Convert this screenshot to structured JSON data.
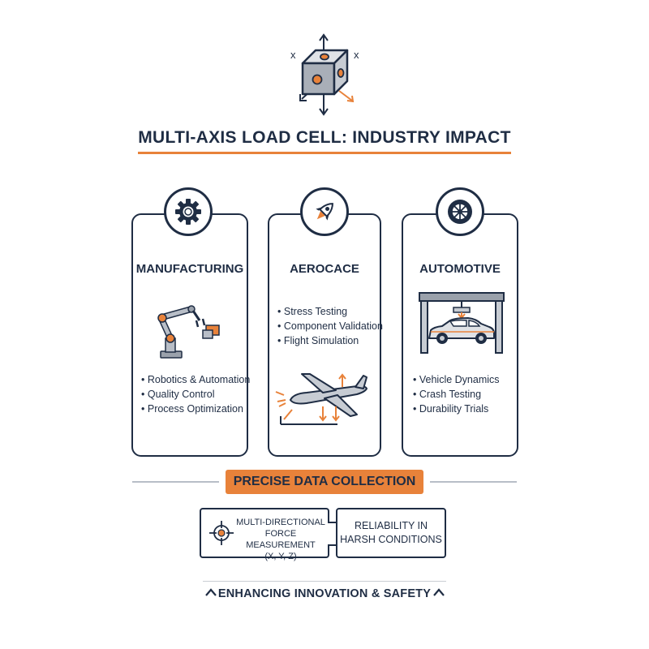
{
  "header": {
    "title": "MULTI-AXIS LOAD CELL: INDUSTRY IMPACT",
    "axis_label": "x",
    "icon": "load-cell-cube-icon"
  },
  "cards": [
    {
      "heading": "MANUFACTURING",
      "icon": "gear-icon",
      "illustration": "robot-arm-icon",
      "items": [
        "Robotics & Automation",
        "Quality Control",
        "Process Optimization"
      ]
    },
    {
      "heading": "AEROCACE",
      "icon": "rocket-icon",
      "illustration": "airplane-test-icon",
      "items": [
        "Stress Testing",
        "Component Validation",
        "Flight Simulation"
      ]
    },
    {
      "heading": "AUTOMOTIVE",
      "icon": "wheel-icon",
      "illustration": "car-test-rig-icon",
      "items": [
        "Vehicle Dynamics",
        "Crash Testing",
        "Durability Trials"
      ]
    }
  ],
  "data_section": {
    "label": "PRECISE DATA COLLECTION",
    "left_box": {
      "lines": [
        "MULTI-DIRECTIONAL",
        "FORCE MEASUREMENT",
        "(X, Y, Z)"
      ],
      "icon": "crosshair-icon"
    },
    "right_box": {
      "lines": [
        "RELIABILITY IN",
        "HARSH CONDITIONS"
      ]
    }
  },
  "footer": {
    "text": "ENHANCING INNOVATION & SAFETY"
  },
  "colors": {
    "navy": "#1f2d44",
    "accent": "#e8823a",
    "grey": "#9aa1ab"
  }
}
